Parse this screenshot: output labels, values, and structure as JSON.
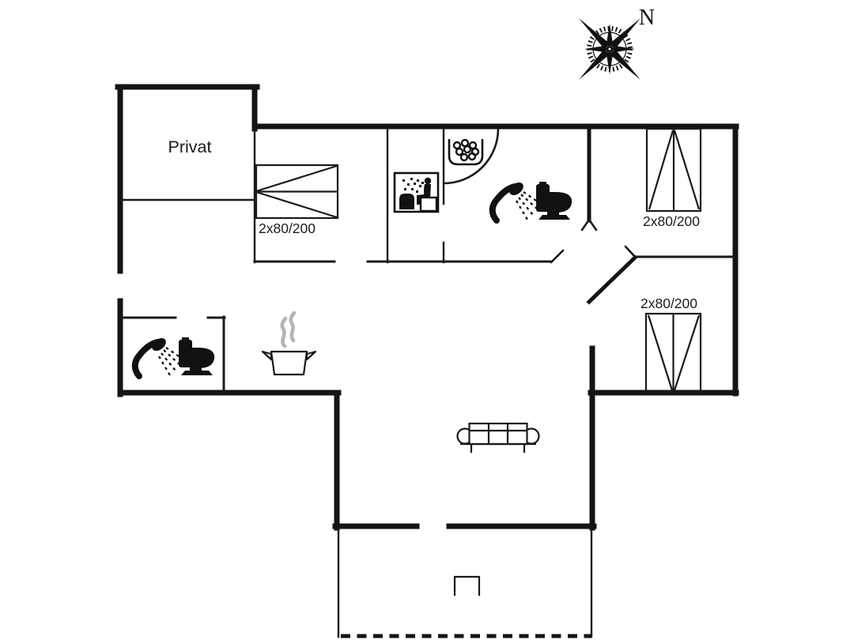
{
  "plan": {
    "type": "floor-plan",
    "room_labels": {
      "private_room": "Privat"
    },
    "beds": {
      "top_left": {
        "label": "2x80/200"
      },
      "top_right": {
        "label": "2x80/200"
      },
      "mid_right": {
        "label": "2x80/200"
      }
    },
    "compass": {
      "north_label": "N"
    },
    "colors": {
      "line": "#141414",
      "steam": "#b4b4b4",
      "background": "#ffffff"
    },
    "icons": [
      "compass-rose-icon",
      "double-bed-icon",
      "sauna-icon",
      "spa-bath-icon",
      "shower-icon",
      "toilet-icon",
      "cooking-pot-icon",
      "steam-icon",
      "sofa-icon",
      "terrace-table-icon"
    ]
  }
}
